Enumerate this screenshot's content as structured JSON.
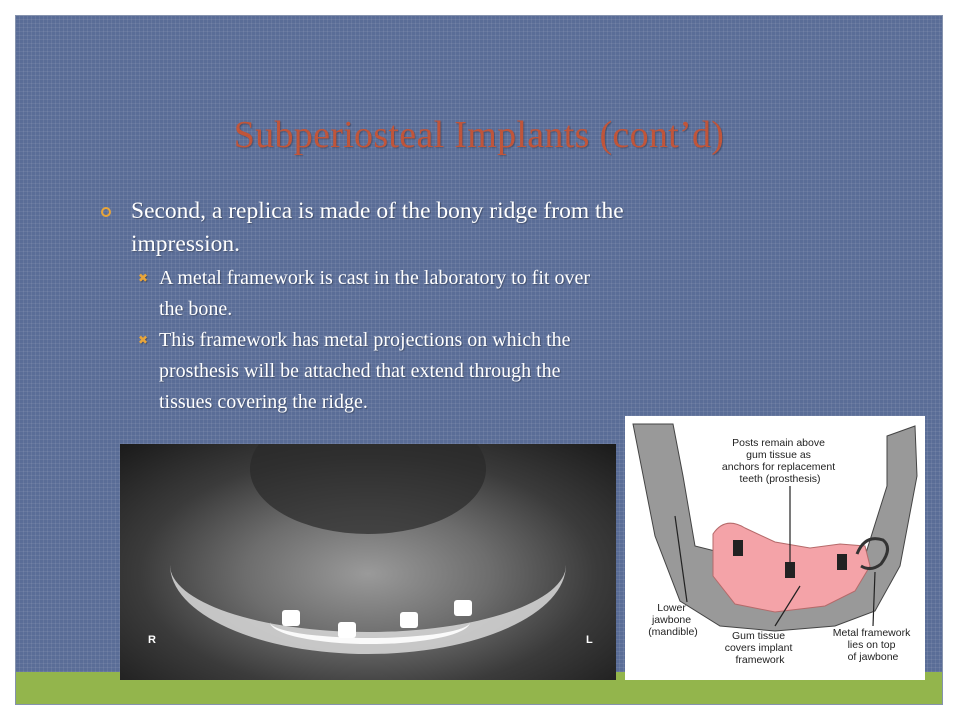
{
  "slide": {
    "title": "Subperiosteal Implants (cont’d)",
    "bullets": [
      {
        "text_line1": "Second, a replica is made of the bony ridge from the",
        "text_line2": "impression.",
        "sub": [
          {
            "line1": "A metal framework is cast in the laboratory to fit over",
            "line2": "the bone."
          },
          {
            "line1": "This framework has metal projections on which the",
            "line2": "prosthesis will be attached that extend through the",
            "line3": "tissues covering the ridge."
          }
        ]
      }
    ],
    "colors": {
      "background": "#5a6d97",
      "title": "#c0553a",
      "accent_bullet": "#e8a53a",
      "footer_bar": "#93b54c"
    }
  },
  "xray": {
    "label_right": "R",
    "label_left": "L"
  },
  "diagram": {
    "label_posts": [
      "Posts remain above",
      "gum tissue as",
      "anchors for replacement",
      "teeth (prosthesis)"
    ],
    "label_jawbone": [
      "Lower",
      "jawbone",
      "(mandible)"
    ],
    "label_gum": [
      "Gum tissue",
      "covers implant",
      "framework"
    ],
    "label_framework": [
      "Metal framework",
      "lies on top",
      "of jawbone"
    ]
  }
}
